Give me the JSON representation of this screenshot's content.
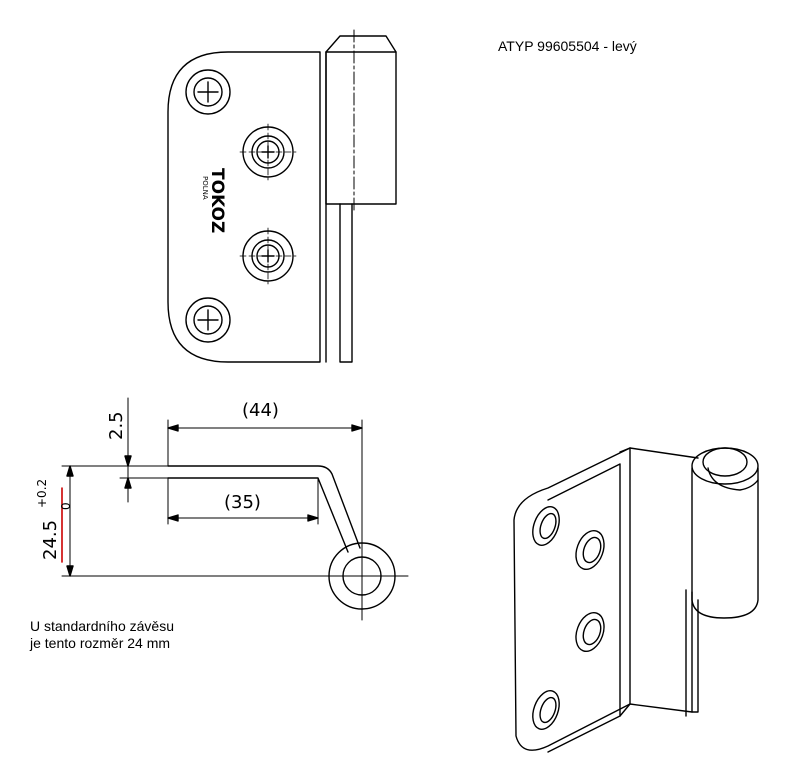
{
  "title": "ATYP 99605504 - levý",
  "note": {
    "line1": "U standardního závěsu",
    "line2": "je tento rozměr 24 mm"
  },
  "dimensions": {
    "width_outer": "(44)",
    "width_inner": "(35)",
    "thickness": "2.5",
    "height_main": "24.5",
    "tolerance_upper": "+0.2",
    "tolerance_lower": "0"
  },
  "logo": {
    "brand": "TOKOZ",
    "sub": "POLNA"
  },
  "colors": {
    "line": "#000000",
    "accent": "#cc0000"
  }
}
